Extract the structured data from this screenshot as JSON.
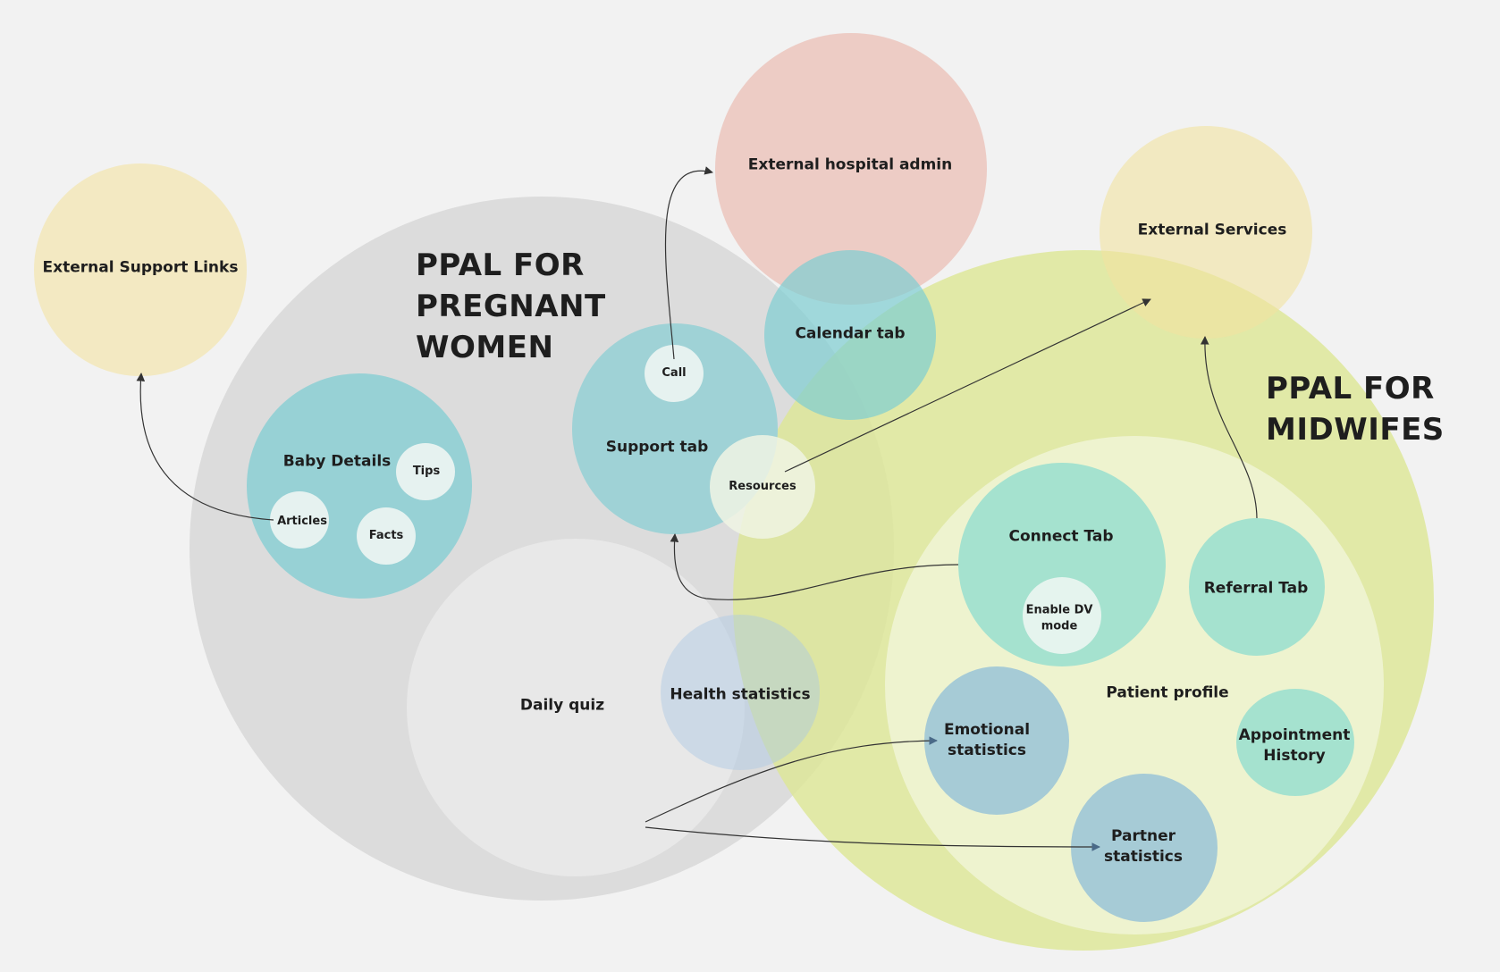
{
  "colors": {
    "background": "#f2f2f2",
    "pregnant_app": "#dcdcdc",
    "daily_quiz": "#e8e8e8",
    "midwife_app": "#dde79c",
    "patient_profile": "#eef2cf",
    "external_yellow": "#f3e9c2",
    "external_pink": "#ebc9c3",
    "teal": "#97d1d5",
    "mint": "#9fe0cb",
    "steel": "#a3c8d6",
    "health": "#c8dcec",
    "small_node": "#e6f2f0",
    "edge": "#333333"
  },
  "groups": {
    "pregnant": {
      "title": "PPAL FOR\nPREGNANT\nWOMEN"
    },
    "midwife": {
      "title": "PPAL FOR\nMIDWIFES"
    }
  },
  "nodes": {
    "external_support_links": "External Support Links",
    "external_hospital_admin": "External hospital admin",
    "external_services": "External Services",
    "baby_details": "Baby Details",
    "tips": "Tips",
    "articles": "Articles",
    "facts": "Facts",
    "support_tab": "Support tab",
    "call": "Call",
    "resources": "Resources",
    "calendar_tab": "Calendar tab",
    "daily_quiz": "Daily quiz",
    "health_statistics": "Health statistics",
    "patient_profile": "Patient profile",
    "connect_tab": "Connect Tab",
    "enable_dv_mode": "Enable DV\nmode",
    "referral_tab": "Referral Tab",
    "emotional_statistics": "Emotional\nstatistics",
    "appointment_history": "Appointment\nHistory",
    "partner_statistics": "Partner\nstatistics"
  }
}
